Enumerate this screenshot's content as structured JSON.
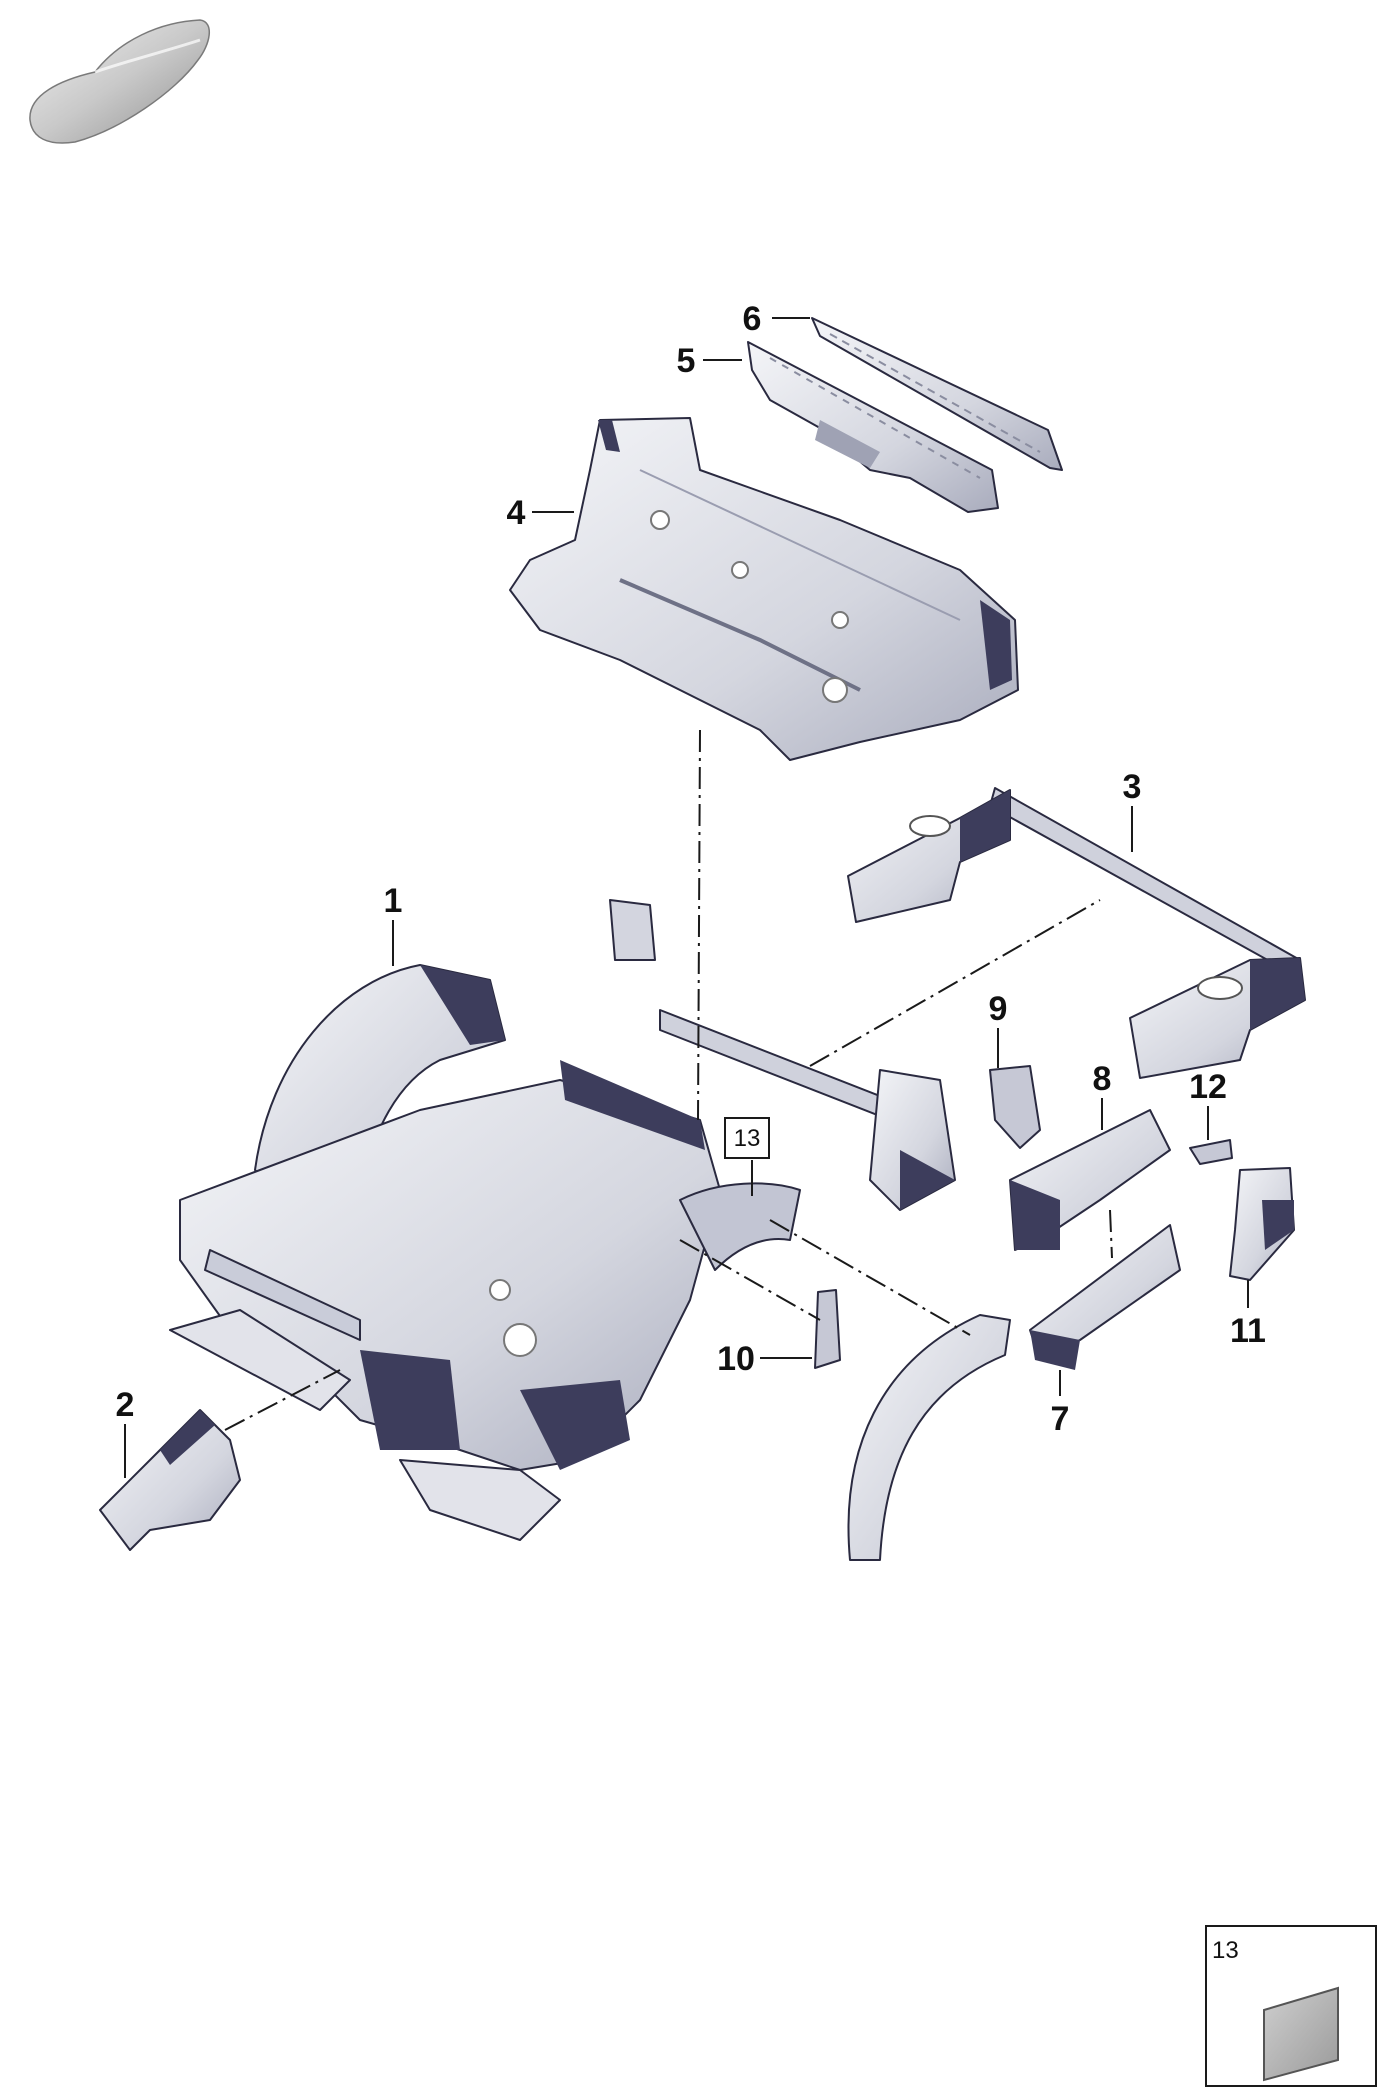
{
  "diagram": {
    "vehicle_thumbnail": "car-silhouette-icon",
    "callouts": [
      {
        "id": "1",
        "label": "1"
      },
      {
        "id": "2",
        "label": "2"
      },
      {
        "id": "3",
        "label": "3"
      },
      {
        "id": "4",
        "label": "4"
      },
      {
        "id": "5",
        "label": "5"
      },
      {
        "id": "6",
        "label": "6"
      },
      {
        "id": "7",
        "label": "7"
      },
      {
        "id": "8",
        "label": "8"
      },
      {
        "id": "9",
        "label": "9"
      },
      {
        "id": "10",
        "label": "10"
      },
      {
        "id": "11",
        "label": "11"
      },
      {
        "id": "12",
        "label": "12"
      }
    ],
    "boxed_callout": {
      "label": "13"
    },
    "legend": {
      "label": "13",
      "icon": "sealing-pad-icon"
    }
  },
  "colors": {
    "metal_light": "#e4e5ec",
    "metal_mid": "#b9bccb",
    "metal_dark": "#3d3d5c",
    "outline": "#2a2a40"
  }
}
